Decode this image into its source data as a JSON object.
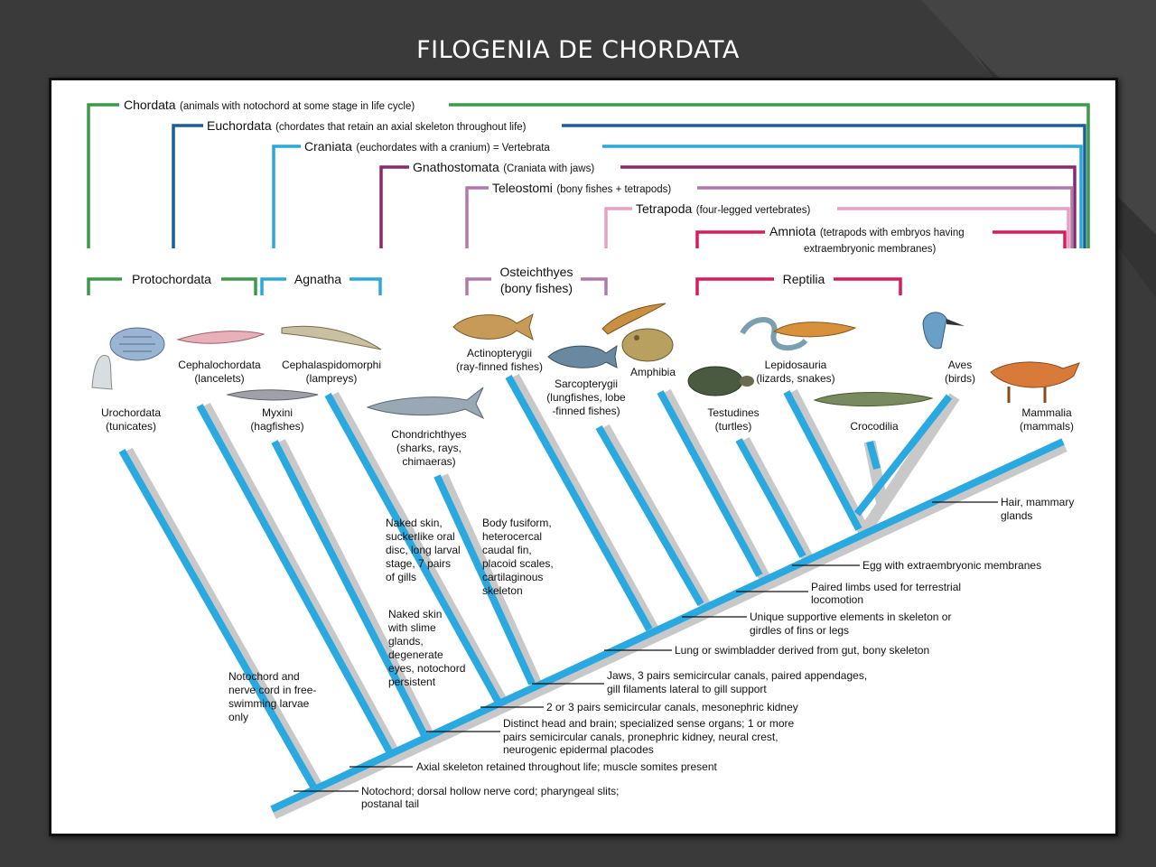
{
  "slide": {
    "title": "FILOGENIA DE CHORDATA"
  },
  "colors": {
    "background": "#3a3a3a",
    "chordata": "#3a9a48",
    "euchordata": "#1a5f9a",
    "craniata": "#2aa8d8",
    "gnathostomata": "#8a2a6a",
    "teleostomi": "#b07aa8",
    "tetrapoda": "#e8a0c0",
    "amniota": "#d81b5a",
    "branch_blue": "#2aa8e0",
    "branch_gray": "#c8c8c8"
  },
  "clades": [
    {
      "key": "chordata",
      "name": "Chordata",
      "desc": "(animals with notochord at some stage in life cycle)"
    },
    {
      "key": "euchordata",
      "name": "Euchordata",
      "desc": "(chordates that retain an axial skeleton throughout life)"
    },
    {
      "key": "craniata",
      "name": "Craniata",
      "desc": "(euchordates with a cranium) = Vertebrata"
    },
    {
      "key": "gnathostomata",
      "name": "Gnathostomata",
      "desc": "(Craniata with jaws)"
    },
    {
      "key": "teleostomi",
      "name": "Teleostomi",
      "desc": "(bony fishes + tetrapods)"
    },
    {
      "key": "tetrapoda",
      "name": "Tetrapoda",
      "desc": "(four-legged vertebrates)"
    },
    {
      "key": "amniota",
      "name": "Amniota",
      "desc": "(tetrapods with embryos having",
      "desc2": "extraembryonic membranes)"
    }
  ],
  "groups": [
    {
      "name": "Protochordata"
    },
    {
      "name": "Agnatha"
    },
    {
      "name": "Osteichthyes",
      "sub": "(bony fishes)"
    },
    {
      "name": "Reptilia"
    }
  ],
  "taxa": [
    {
      "name": "Urochordata",
      "common": "(tunicates)"
    },
    {
      "name": "Cephalochordata",
      "common": "(lancelets)"
    },
    {
      "name": "Myxini",
      "common": "(hagfishes)"
    },
    {
      "name": "Cephalaspidomorphi",
      "common": "(lampreys)"
    },
    {
      "name": "Chondrichthyes",
      "common": "(sharks, rays,",
      "common2": "chimaeras)"
    },
    {
      "name": "Actinopterygii",
      "common": "(ray-finned fishes)"
    },
    {
      "name": "Sarcopterygii",
      "common": "(lungfishes, lobe",
      "common2": "-finned fishes)"
    },
    {
      "name": "Amphibia",
      "common": ""
    },
    {
      "name": "Testudines",
      "common": "(turtles)"
    },
    {
      "name": "Lepidosauria",
      "common": "(lizards, snakes)"
    },
    {
      "name": "Crocodilia",
      "common": ""
    },
    {
      "name": "Aves",
      "common": "(birds)"
    },
    {
      "name": "Mammalia",
      "common": "(mammals)"
    }
  ],
  "branch_notes": [
    {
      "lines": [
        "Notochord and",
        "nerve cord in free-",
        "swimming larvae",
        "only"
      ]
    },
    {
      "lines": [
        "Naked skin,",
        "suckerlike oral",
        "disc, long larval",
        "stage, 7 pairs",
        "of gills"
      ]
    },
    {
      "lines": [
        "Naked skin",
        "with slime",
        "glands,",
        "degenerate",
        "eyes, notochord",
        "persistent"
      ]
    },
    {
      "lines": [
        "Body fusiform,",
        "heterocercal",
        "caudal fin,",
        "placoid scales,",
        "cartilaginous",
        "skeleton"
      ]
    }
  ],
  "synapomorphies": [
    {
      "lines": [
        "Notochord; dorsal hollow nerve cord; pharyngeal slits;",
        "postanal tail"
      ]
    },
    {
      "lines": [
        "Axial skeleton retained throughout life; muscle somites present"
      ]
    },
    {
      "lines": [
        "Distinct head and brain; specialized sense organs; 1 or more",
        "pairs semicircular canals, pronephric kidney, neural crest,",
        "neurogenic epidermal placodes"
      ]
    },
    {
      "lines": [
        "2 or 3 pairs semicircular canals, mesonephric kidney"
      ]
    },
    {
      "lines": [
        "Jaws, 3 pairs semicircular canals, paired appendages,",
        "gill filaments lateral to gill support"
      ]
    },
    {
      "lines": [
        "Lung or swimbladder derived from gut, bony skeleton"
      ]
    },
    {
      "lines": [
        "Unique supportive elements in skeleton or",
        "girdles of fins or legs"
      ]
    },
    {
      "lines": [
        "Paired limbs used for terrestrial",
        "locomotion"
      ]
    },
    {
      "lines": [
        "Egg with extraembryonic membranes"
      ]
    },
    {
      "lines": [
        "Hair, mammary",
        "glands"
      ]
    }
  ],
  "icons": [
    "tunicate-icon",
    "lancelet-icon",
    "lamprey-icon",
    "hagfish-icon",
    "shark-icon",
    "perch-icon",
    "coelacanth-icon",
    "salamander-icon",
    "frog-icon",
    "turtle-icon",
    "snake-icon",
    "lizard-icon",
    "crocodile-icon",
    "kingfisher-icon",
    "fox-icon"
  ]
}
